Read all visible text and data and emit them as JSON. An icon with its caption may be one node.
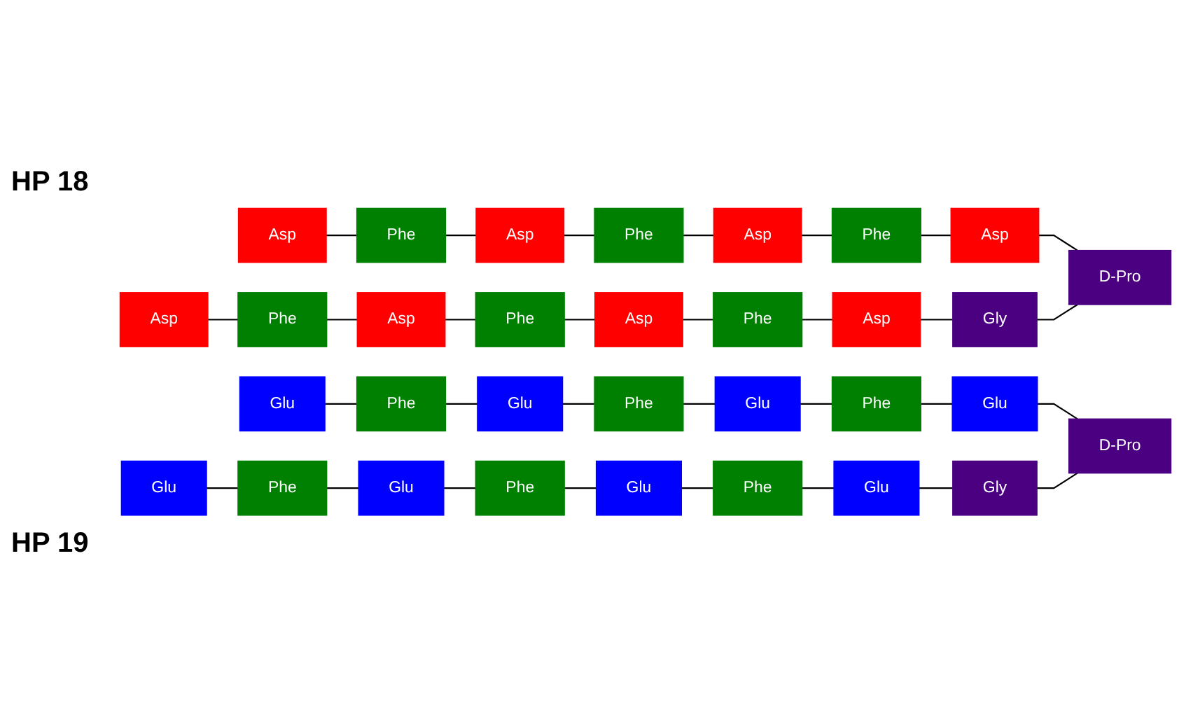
{
  "diagram": {
    "nodes": [
      {
        "text": [
          "Asp"
        ]
      },
      {
        "text": [
          "Phe"
        ]
      },
      {
        "text": [
          "Asp"
        ]
      },
      {
        "text": [
          "Phe"
        ]
      },
      {
        "text": [
          "Asp"
        ]
      },
      {
        "text": [
          "Phe"
        ]
      },
      {
        "text": [
          "Asp"
        ]
      },
      {
        "text": [
          "D-Pro"
        ]
      },
      {
        "text": [
          "Gly"
        ]
      },
      {
        "text": [
          "Asp"
        ]
      },
      {
        "text": [
          "Phe"
        ]
      },
      {
        "text": [
          "Asp"
        ]
      },
      {
        "text": [
          "Phe"
        ]
      },
      {
        "text": [
          "Asp"
        ]
      },
      {
        "text": [
          "Phe"
        ]
      },
      {
        "text": [
          "Asp"
        ]
      },
      {
        "text": [
          "Glu"
        ]
      },
      {
        "text": [
          "Phe"
        ]
      },
      {
        "text": [
          "Glu"
        ]
      },
      {
        "text": [
          "Phe"
        ]
      },
      {
        "text": [
          "Glu"
        ]
      },
      {
        "text": [
          "Phe"
        ]
      },
      {
        "text": [
          "Glu"
        ]
      },
      {
        "text": [
          "D-Pro"
        ]
      },
      {
        "text": [
          "Gly"
        ]
      },
      {
        "text": [
          "Glu"
        ]
      },
      {
        "text": [
          "Phe"
        ]
      },
      {
        "text": [
          "Glu"
        ]
      },
      {
        "text": [
          "Phe"
        ]
      },
      {
        "text": [
          "Glu"
        ]
      },
      {
        "text": [
          "Phe"
        ]
      },
      {
        "text": [
          "Glu"
        ]
      }
    ],
    "edges": [
      {
        "from": 0,
        "to": 1,
        "arrow": "none"
      },
      {
        "from": 1,
        "to": 2,
        "arrow": "none"
      },
      {
        "from": 2,
        "to": 3,
        "arrow": "none"
      },
      {
        "from": 3,
        "to": 4,
        "arrow": "none"
      },
      {
        "from": 4,
        "to": 5,
        "arrow": "none"
      },
      {
        "from": 5,
        "to": 6,
        "arrow": "none"
      },
      {
        "from": 6,
        "to": 7,
        "arrow": "none"
      },
      {
        "from": 8,
        "to": 7,
        "arrow": "none"
      },
      {
        "from": 15,
        "to": 8,
        "arrow": "none"
      },
      {
        "from": 9,
        "to": 10,
        "arrow": "none"
      },
      {
        "from": 10,
        "to": 11,
        "arrow": "none"
      },
      {
        "from": 11,
        "to": 12,
        "arrow": "none"
      },
      {
        "from": 12,
        "to": 13,
        "arrow": "none"
      },
      {
        "from": 13,
        "to": 14,
        "arrow": "none"
      },
      {
        "from": 14,
        "to": 15,
        "arrow": "none"
      },
      {
        "from": 16,
        "to": 17,
        "arrow": "none"
      },
      {
        "from": 17,
        "to": 18,
        "arrow": "none"
      },
      {
        "from": 18,
        "to": 19,
        "arrow": "none"
      },
      {
        "from": 19,
        "to": 20,
        "arrow": "none"
      },
      {
        "from": 20,
        "to": 21,
        "arrow": "none"
      },
      {
        "from": 21,
        "to": 22,
        "arrow": "none"
      },
      {
        "from": 22,
        "to": 23,
        "arrow": "none"
      },
      {
        "from": 24,
        "to": 23,
        "arrow": "none"
      },
      {
        "from": 31,
        "to": 24,
        "arrow": "none"
      },
      {
        "from": 25,
        "to": 26,
        "arrow": "none"
      },
      {
        "from": 26,
        "to": 27,
        "arrow": "none"
      },
      {
        "from": 27,
        "to": 28,
        "arrow": "none"
      },
      {
        "from": 28,
        "to": 29,
        "arrow": "none"
      },
      {
        "from": 29,
        "to": 30,
        "arrow": "none"
      },
      {
        "from": 30,
        "to": 31,
        "arrow": "none"
      }
    ],
    "labels": [
      "HP 18",
      "HP 19"
    ]
  }
}
